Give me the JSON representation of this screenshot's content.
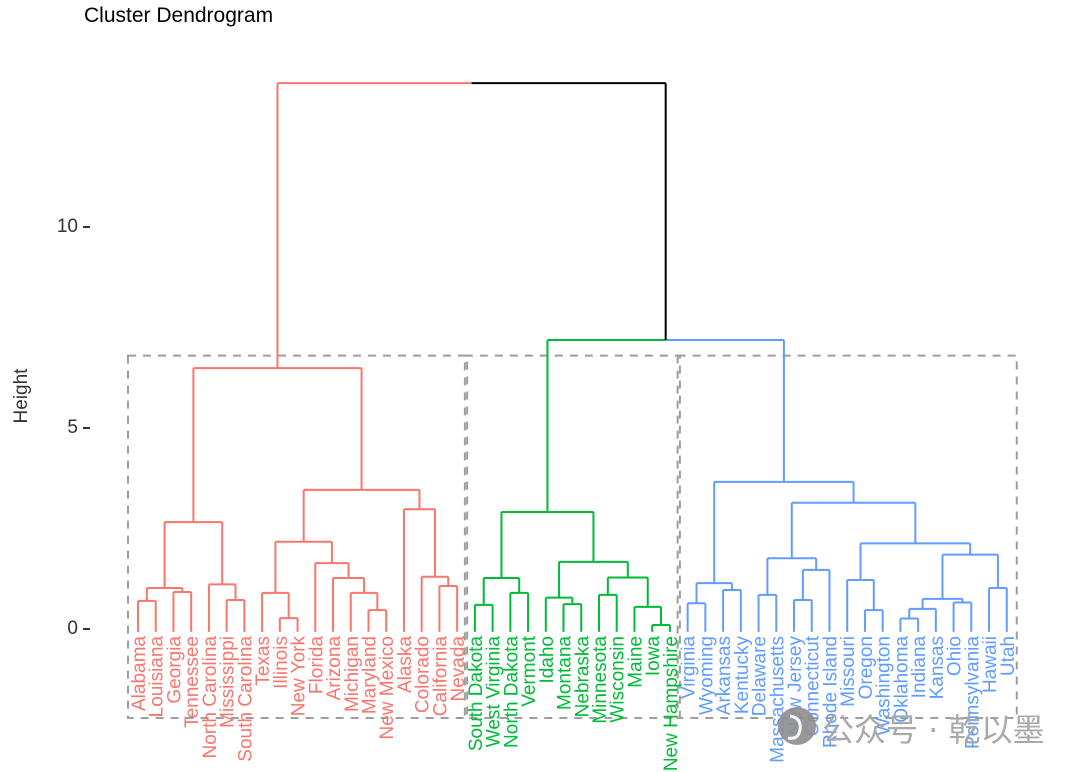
{
  "title": "Cluster Dendrogram",
  "y_axis": {
    "label": "Height",
    "ticks": [
      "0",
      "5",
      "10"
    ]
  },
  "watermark": {
    "text": "公众号 · 乾以墨",
    "logo": "gray-circle-seal"
  },
  "colors": {
    "cluster1": "#F8766D",
    "cluster2": "#00BA38",
    "cluster3": "#619CFF",
    "upper_links": "#000000",
    "box_dashed": "#9E9E9E",
    "axis_text": "#333333",
    "background": "#FFFFFF"
  },
  "chart_data": {
    "type": "dendrogram",
    "title": "Cluster Dendrogram",
    "ylabel": "Height",
    "yticks": [
      0,
      5,
      10
    ],
    "ylim": [
      -0.1,
      14.2
    ],
    "grid": false,
    "root_height": 13.58,
    "subroot_height_green_blue": 7.19,
    "cluster_boxes": {
      "style": "dashed",
      "color": "#9E9E9E",
      "top_height": 6.8
    },
    "clusters": [
      {
        "name": "cluster-1-red",
        "color": "#F8766D",
        "root_height": 6.49,
        "states": [
          "Alabama",
          "Louisiana",
          "Georgia",
          "Tennessee",
          "North Carolina",
          "Mississippi",
          "South Carolina",
          "Texas",
          "Illinois",
          "New York",
          "Florida",
          "Arizona",
          "Michigan",
          "Maryland",
          "New Mexico",
          "Alaska",
          "Colorado",
          "California",
          "Nevada"
        ],
        "tree": [
          6.49,
          [
            2.66,
            [
              1.02,
              [
                0.7,
                "Alabama",
                "Louisiana"
              ],
              [
                0.92,
                "Georgia",
                "Tennessee"
              ]
            ],
            [
              1.11,
              "North Carolina",
              [
                0.72,
                "Mississippi",
                "South Carolina"
              ]
            ]
          ],
          [
            3.46,
            [
              2.17,
              [
                0.9,
                "Texas",
                [
                  0.27,
                  "Illinois",
                  "New York"
                ]
              ],
              [
                1.64,
                "Florida",
                [
                  1.27,
                  "Arizona",
                  [
                    0.9,
                    "Michigan",
                    [
                      0.47,
                      "Maryland",
                      "New Mexico"
                    ]
                  ]
                ]
              ]
            ],
            [
              2.98,
              "Alaska",
              [
                1.3,
                "Colorado",
                [
                  1.07,
                  "California",
                  "Nevada"
                ]
              ]
            ]
          ]
        ]
      },
      {
        "name": "cluster-2-green",
        "color": "#00BA38",
        "root_height": 2.91,
        "states": [
          "South Dakota",
          "West Virginia",
          "North Dakota",
          "Vermont",
          "Idaho",
          "Montana",
          "Nebraska",
          "Minnesota",
          "Wisconsin",
          "Maine",
          "Iowa",
          "New Hampshire"
        ],
        "tree": [
          2.91,
          [
            1.27,
            [
              0.6,
              "South Dakota",
              "West Virginia"
            ],
            [
              0.9,
              "North Dakota",
              "Vermont"
            ]
          ],
          [
            1.67,
            [
              0.78,
              "Idaho",
              [
                0.62,
                "Montana",
                "Nebraska"
              ]
            ],
            [
              1.28,
              [
                0.85,
                "Minnesota",
                "Wisconsin"
              ],
              [
                0.55,
                "Maine",
                [
                  0.1,
                  "Iowa",
                  "New Hampshire"
                ]
              ]
            ]
          ]
        ]
      },
      {
        "name": "cluster-3-blue",
        "color": "#619CFF",
        "root_height": 3.66,
        "states": [
          "Virginia",
          "Wyoming",
          "Arkansas",
          "Kentucky",
          "Delaware",
          "Massachusetts",
          "New Jersey",
          "Connecticut",
          "Rhode Island",
          "Missouri",
          "Oregon",
          "Washington",
          "Oklahoma",
          "Indiana",
          "Kansas",
          "Ohio",
          "Pennsylvania",
          "Hawaii",
          "Utah"
        ],
        "tree": [
          3.66,
          [
            1.14,
            [
              0.64,
              "Virginia",
              "Wyoming"
            ],
            [
              0.97,
              "Arkansas",
              "Kentucky"
            ]
          ],
          [
            3.14,
            [
              1.76,
              [
                0.85,
                "Delaware",
                "Massachusetts"
              ],
              [
                1.47,
                [
                  0.72,
                  "New Jersey",
                  "Connecticut"
                ],
                "Rhode Island"
              ]
            ],
            [
              2.13,
              [
                1.22,
                "Missouri",
                [
                  0.47,
                  "Oregon",
                  "Washington"
                ]
              ],
              [
                1.85,
                [
                  0.75,
                  [
                    0.5,
                    [
                      0.26,
                      "Oklahoma",
                      "Indiana"
                    ],
                    "Kansas"
                  ],
                  [
                    0.66,
                    "Ohio",
                    "Pennsylvania"
                  ]
                ],
                [
                  1.02,
                  "Hawaii",
                  "Utah"
                ]
              ]
            ]
          ]
        ]
      }
    ]
  }
}
